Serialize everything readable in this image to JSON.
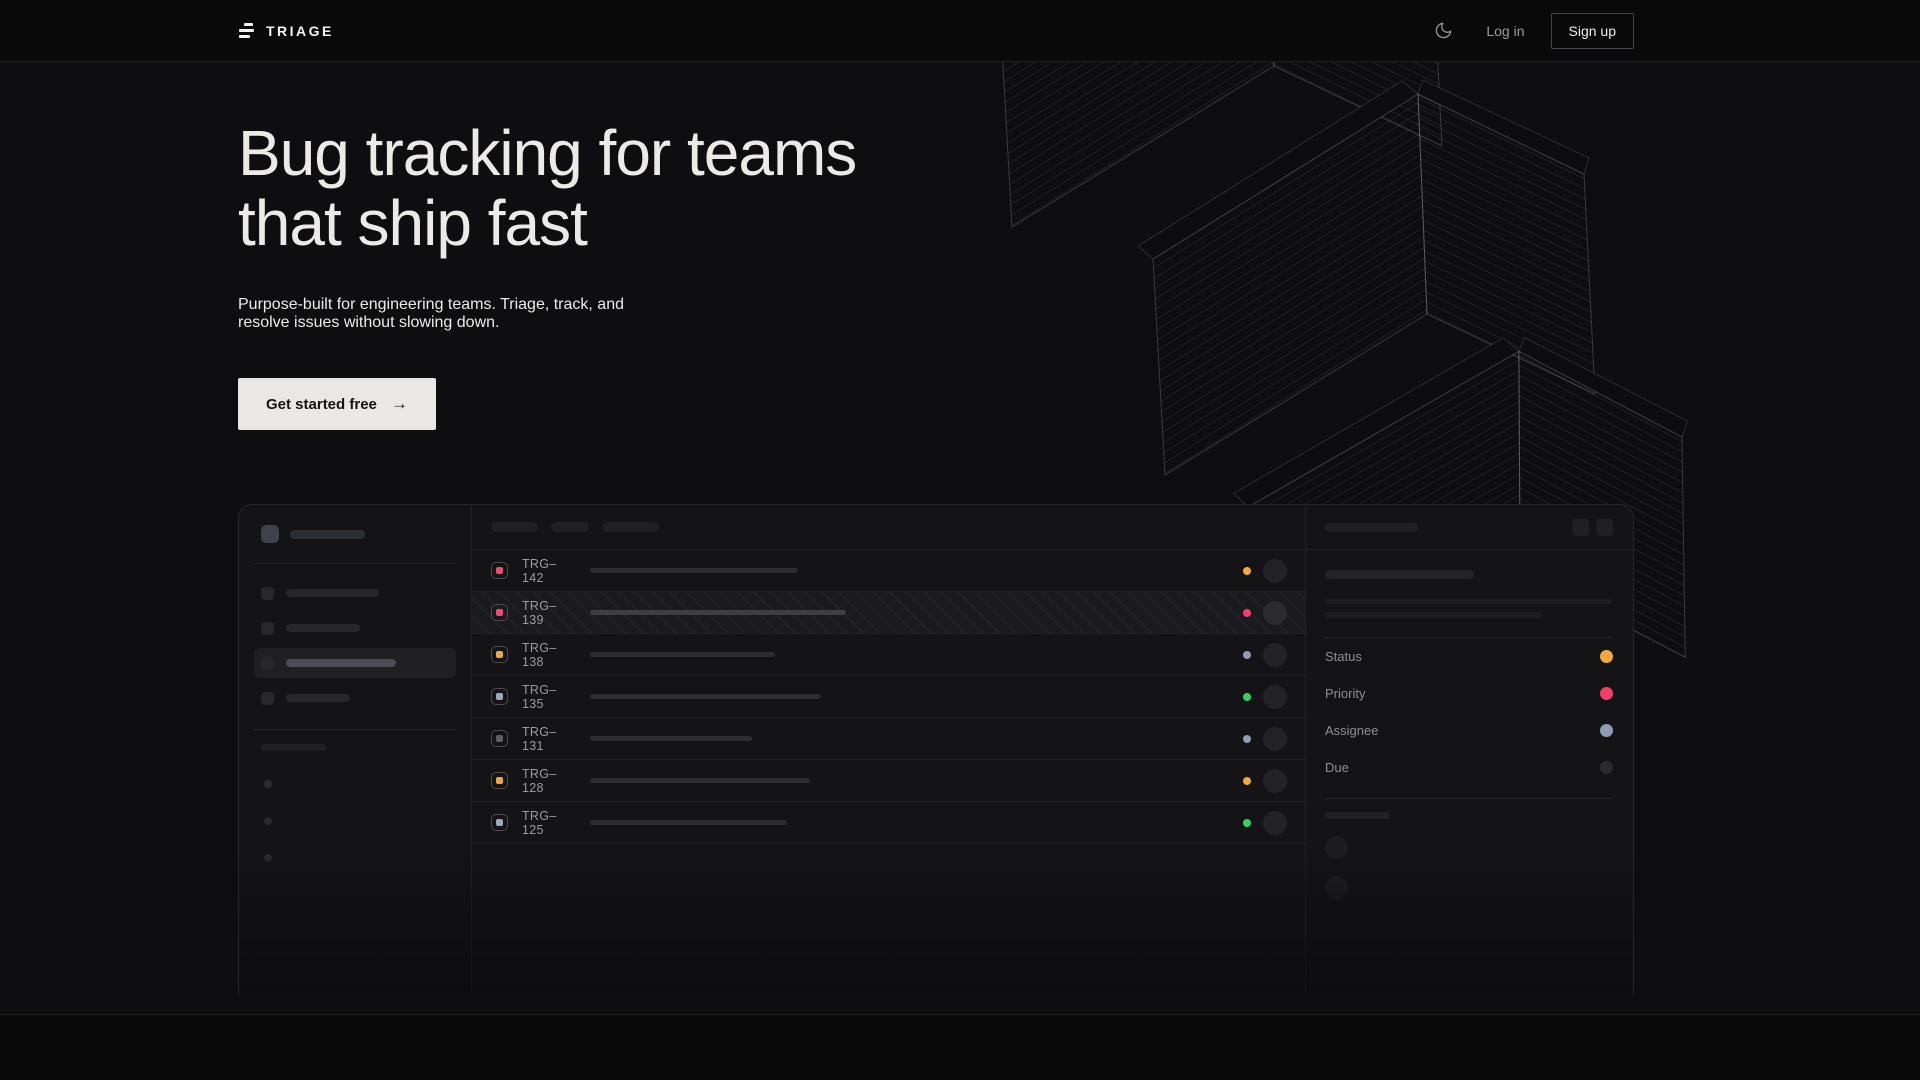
{
  "nav": {
    "brand": "TRIAGE",
    "login_label": "Log in",
    "signup_label": "Sign up"
  },
  "hero": {
    "title_line1": "Bug tracking for teams",
    "title_line2": "that ship fast",
    "subtitle_line1": "Purpose-built for engineering teams. Triage, track, and",
    "subtitle_line2": "resolve issues without slowing down.",
    "cta_label": "Get started free",
    "cta_arrow": "→"
  },
  "mockup": {
    "issues": [
      {
        "id": "TRG–142",
        "icon_color": "pink",
        "dot_color": "amber",
        "bar_style": "width:208px",
        "selected": false
      },
      {
        "id": "TRG–139",
        "icon_color": "pink",
        "dot_color": "pink",
        "bar_style": "width:256px",
        "selected": true
      },
      {
        "id": "TRG–138",
        "icon_color": "amber",
        "dot_color": "slate",
        "bar_style": "width:185px",
        "selected": false
      },
      {
        "id": "TRG–135",
        "icon_color": "slate",
        "dot_color": "green",
        "bar_style": "width:231px",
        "selected": false
      },
      {
        "id": "TRG–131",
        "icon_color": "gray",
        "dot_color": "slate",
        "bar_style": "width:162px",
        "selected": false
      },
      {
        "id": "TRG–128",
        "icon_color": "amber",
        "dot_color": "amber",
        "bar_style": "width:220px",
        "selected": false
      },
      {
        "id": "TRG–125",
        "icon_color": "slate",
        "dot_color": "green",
        "bar_style": "width:197px",
        "selected": false
      }
    ],
    "detail_fields": [
      {
        "label": "Status",
        "dot_color": "amber"
      },
      {
        "label": "Priority",
        "dot_color": "pink"
      },
      {
        "label": "Assignee",
        "dot_color": "slate"
      },
      {
        "label": "Due",
        "dot_color": "dark"
      }
    ]
  },
  "colors": {
    "status_amber": "#f5a93c",
    "status_pink": "#f43f6b",
    "status_slate": "#8f9cb3",
    "status_green": "#2ed562",
    "cta_background": "#e9e8e5",
    "page_background": "#0e0e10"
  }
}
